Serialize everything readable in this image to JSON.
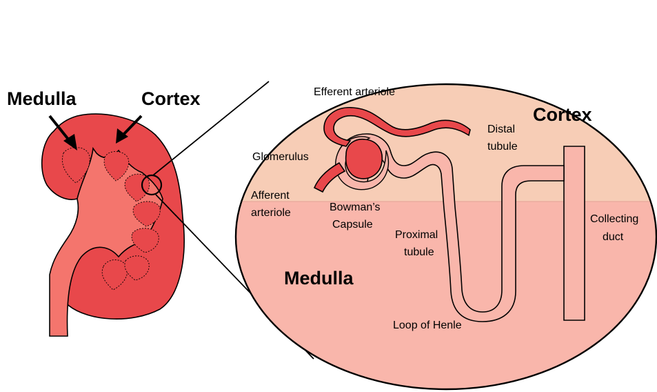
{
  "kidney": {
    "labels": {
      "medulla": "Medulla",
      "cortex": "Cortex"
    }
  },
  "nephron": {
    "regions": {
      "cortex": "Cortex",
      "medulla": "Medulla"
    },
    "labels": {
      "efferent_arteriole": "Efferent arteriole",
      "glomerulus": "Glomerulus",
      "afferent_arteriole_line1": "Afferent",
      "afferent_arteriole_line2": "arteriole",
      "bowmans_capsule_line1": "Bowman’s",
      "bowmans_capsule_line2": "Capsule",
      "proximal_tubule_line1": "Proximal",
      "proximal_tubule_line2": "tubule",
      "distal_tubule_line1": "Distal",
      "distal_tubule_line2": "tubule",
      "collecting_duct_line1": "Collecting",
      "collecting_duct_line2": "duct",
      "loop_of_henle": "Loop of Henle"
    }
  },
  "colors": {
    "cortex_zone": "#f7cdb6",
    "medulla_zone": "#f9b6ab",
    "kidney_outer": "#e8484b",
    "kidney_inner": "#f4756d",
    "arteriole": "#e8484b",
    "tubule_fill": "#f9b6ab",
    "outline": "#000000"
  }
}
